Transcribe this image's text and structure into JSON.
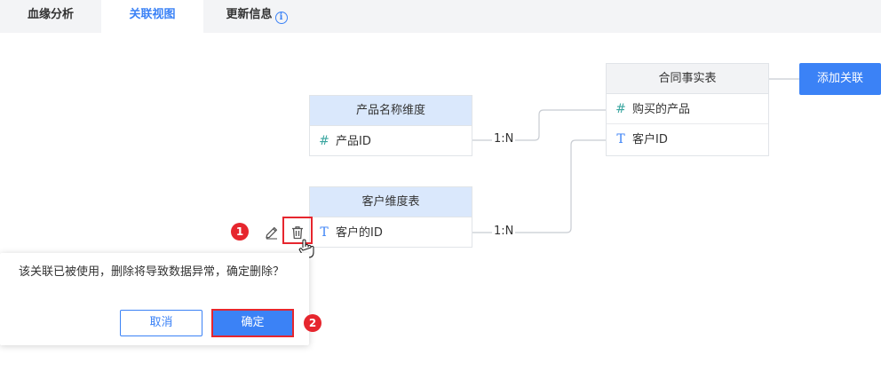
{
  "tabs": [
    {
      "label": "血缘分析",
      "active": false
    },
    {
      "label": "关联视图",
      "active": true
    },
    {
      "label": "更新信息",
      "active": false
    }
  ],
  "tab_info_icon": "info-circle-icon",
  "tables": {
    "product_dim": {
      "title": "产品名称维度",
      "fields": [
        {
          "type": "number",
          "icon": "#",
          "name": "产品ID"
        }
      ]
    },
    "customer_dim": {
      "title": "客户维度表",
      "fields": [
        {
          "type": "text",
          "icon": "T",
          "name": "客户的ID"
        }
      ]
    },
    "contract_fact": {
      "title": "合同事实表",
      "fields": [
        {
          "type": "number",
          "icon": "#",
          "name": "购买的产品"
        },
        {
          "type": "text",
          "icon": "T",
          "name": "客户ID"
        }
      ]
    }
  },
  "relations": [
    {
      "label": "1:N",
      "from": "产品ID",
      "to": "购买的产品"
    },
    {
      "label": "1:N",
      "from": "客户的ID",
      "to": "客户ID"
    }
  ],
  "add_relation_button": "添加关联",
  "row_actions": [
    "edit-pencil-icon",
    "delete-trash-icon"
  ],
  "markers": [
    "1",
    "2"
  ],
  "confirm_dialog": {
    "message": "该关联已被使用，删除将导致数据异常，确定删除？",
    "cancel_label": "取消",
    "ok_label": "确定"
  },
  "colors": {
    "accent": "#3b82f6",
    "card_header_blue": "#dae8fc",
    "highlight_red": "#e6262e"
  }
}
